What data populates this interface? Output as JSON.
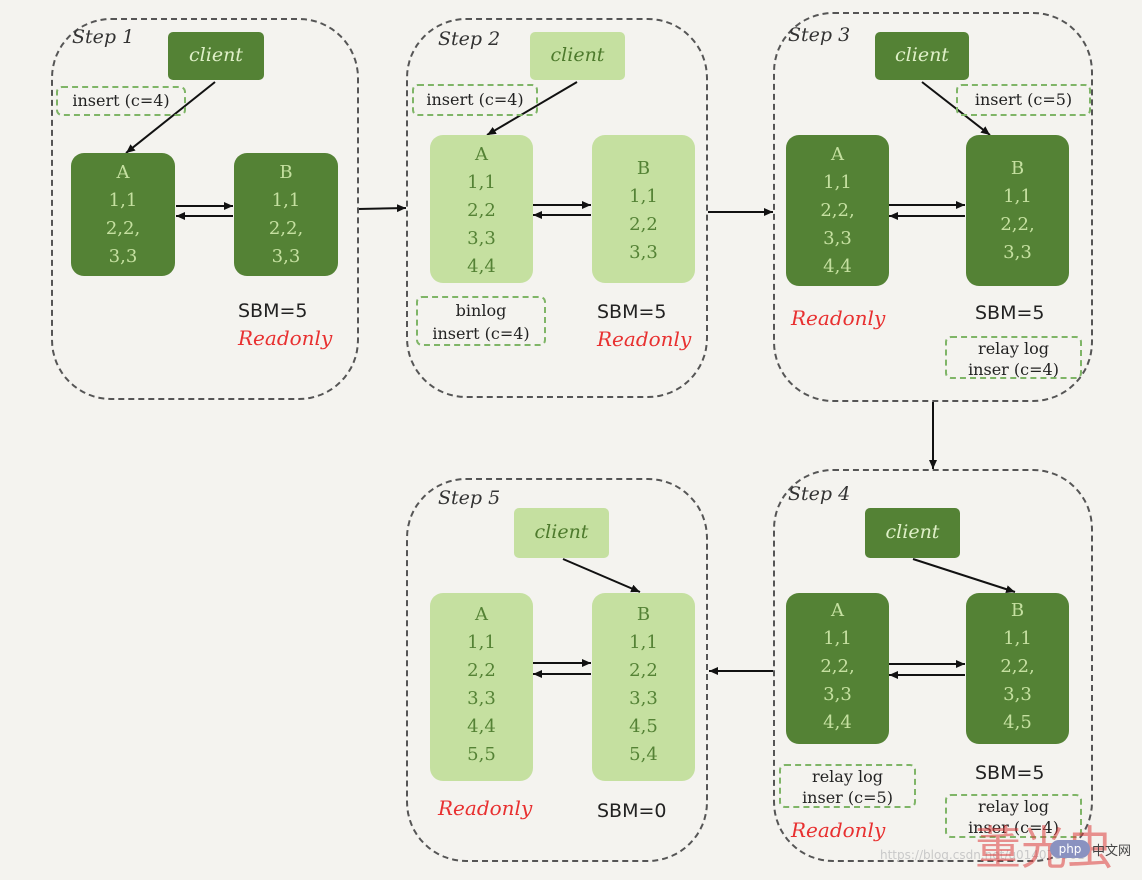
{
  "steps": [
    {
      "title": "Step 1",
      "client": "client",
      "insert": "insert (c=4)",
      "nodeA": [
        "A",
        "1,1",
        "2,2,",
        "3,3"
      ],
      "nodeB": [
        "B",
        "1,1",
        "2,2,",
        "3,3"
      ],
      "sbm": "SBM=5",
      "readonly": "Readonly"
    },
    {
      "title": "Step 2",
      "client": "client",
      "insert": "insert (c=4)",
      "nodeA": [
        "A",
        "1,1",
        "2,2",
        "3,3",
        "4,4"
      ],
      "nodeB": [
        "B",
        "1,1",
        "2,2",
        "3,3"
      ],
      "note": [
        "binlog",
        "insert (c=4)"
      ],
      "sbm": "SBM=5",
      "readonly": "Readonly"
    },
    {
      "title": "Step 3",
      "client": "client",
      "insert": "insert (c=5)",
      "nodeA": [
        "A",
        "1,1",
        "2,2,",
        "3,3",
        "4,4"
      ],
      "nodeB": [
        "B",
        "1,1",
        "2,2,",
        "3,3"
      ],
      "note": [
        "relay log",
        "inser (c=4)"
      ],
      "sbm": "SBM=5",
      "readonly": "Readonly"
    },
    {
      "title": "Step 4",
      "client": "client",
      "nodeA": [
        "A",
        "1,1",
        "2,2,",
        "3,3",
        "4,4"
      ],
      "nodeB": [
        "B",
        "1,1",
        "2,2,",
        "3,3",
        "4,5"
      ],
      "noteA": [
        "relay log",
        "inser (c=5)"
      ],
      "noteB": [
        "relay log",
        "inser (c=4)"
      ],
      "sbm": "SBM=5",
      "readonly": "Readonly"
    },
    {
      "title": "Step 5",
      "client": "client",
      "nodeA": [
        "A",
        "1,1",
        "2,2",
        "3,3",
        "4,4",
        "5,5"
      ],
      "nodeB": [
        "B",
        "1,1",
        "2,2",
        "3,3",
        "4,5",
        "5,4"
      ],
      "sbm": "SBM=0",
      "readonly": "Readonly"
    }
  ],
  "watermark": {
    "url": "https://blog.csdn.net/u014078901",
    "cn": "董光虫",
    "php": "php",
    "zh": "中文网"
  },
  "colors": {
    "dark_green": "#548235",
    "light_green": "#c5e0a0",
    "readonly_red": "#e83030",
    "dash_border": "#555555"
  }
}
